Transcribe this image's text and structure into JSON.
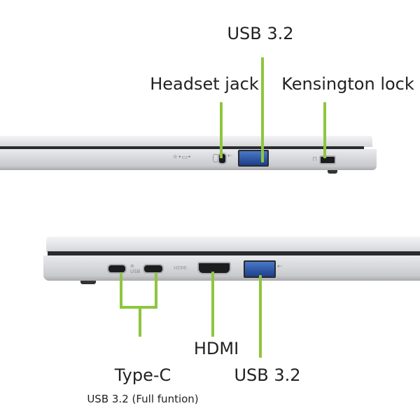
{
  "top_view": {
    "labels": {
      "usb": "USB 3.2",
      "headset": "Headset jack",
      "kensington": "Kensington lock"
    }
  },
  "bottom_view": {
    "labels": {
      "type_c": "Type-C",
      "type_c_sub": "USB 3.2 (Full funtion)",
      "hdmi": "HDMI",
      "usb": "USB 3.2"
    }
  },
  "colors": {
    "callout_line": "#8dc63f",
    "usb_port": "#2f5fb0"
  }
}
